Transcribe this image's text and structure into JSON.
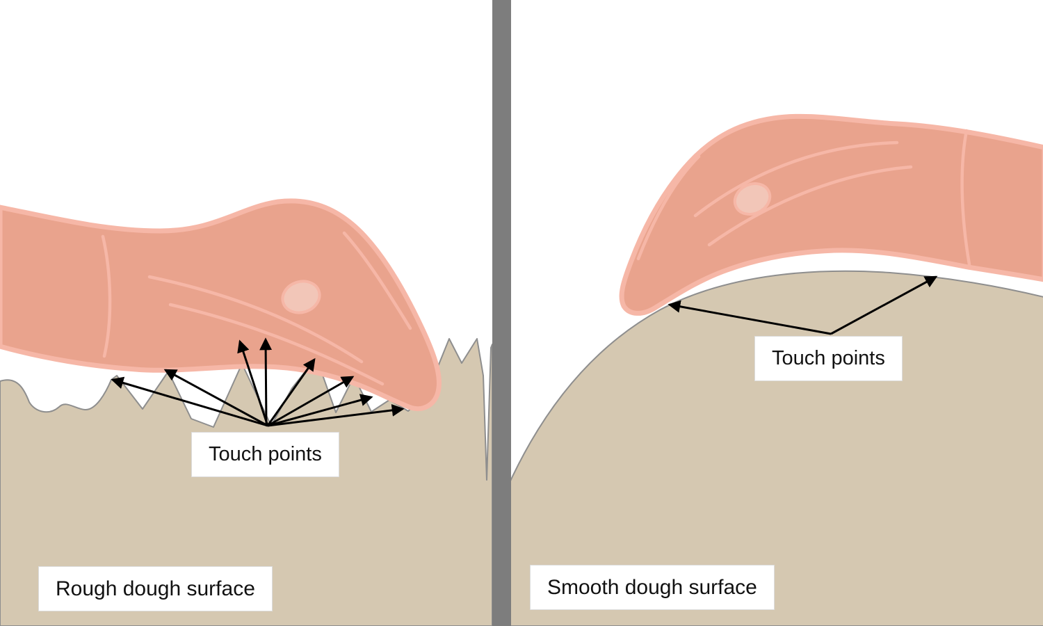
{
  "colors": {
    "dough": "#d5c8b1",
    "dough_outline": "#8e8e8e",
    "hand_fill": "#e9a38d",
    "hand_stroke": "#f6b7a7",
    "thumbnail": "#f2c6b8",
    "arrow": "#000000",
    "divider": "#7d7d7d",
    "label_border": "#dcdcdc",
    "label_bg": "#ffffff",
    "text": "#111111"
  },
  "left_panel": {
    "touch_points_label": "Touch points",
    "caption": "Rough dough surface"
  },
  "right_panel": {
    "touch_points_label": "Touch points",
    "caption": "Smooth dough surface"
  }
}
